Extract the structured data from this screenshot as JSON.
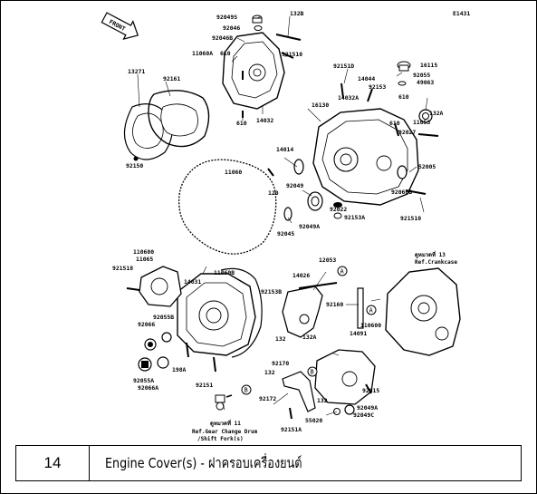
{
  "diagram_code": "E1431",
  "front_label": "FRONT",
  "part_numbers": {
    "p92049S": "92049S",
    "p132B": "132B",
    "p92046": "92046",
    "p92046B": "92046B",
    "p11060A": "11060A",
    "p610a": "610",
    "p921510a": "921510",
    "p92161": "92161",
    "p13271": "13271",
    "p92150": "92150",
    "p610b": "610",
    "p14032": "14032",
    "p921510b": "92151D",
    "p16115": "16115",
    "p92055": "92055",
    "p49063": "49063",
    "p14044": "14044",
    "p92153": "92153",
    "p14032A": "14032A",
    "p16130": "16130",
    "p610c": "610",
    "p610d": "610",
    "p132A": "132A",
    "p11053": "11053",
    "p92027": "92027",
    "p14014": "14014",
    "p11060": "11060",
    "p120": "120",
    "p52005": "52005",
    "p92049": "92049",
    "p92022": "92022",
    "p92066B": "92066B",
    "p92153A": "92153A",
    "p92049A": "92049A",
    "p921510c": "921510",
    "p92045": "92045",
    "p110600": "110600",
    "p11065": "11065",
    "p921518": "921518",
    "p14031": "14031",
    "p11060B": "11060B",
    "p12053": "12053",
    "p14026": "14026",
    "p92153B": "92153B",
    "p92160": "92160",
    "p132c": "132",
    "p92055B": "92055B",
    "p92066": "92066",
    "p110600b": "110600",
    "p14091": "14091",
    "p132A2": "132A",
    "p198A": "198A",
    "p92055A": "92055A",
    "p92066A": "92066A",
    "p92151": "92151",
    "p92170": "92170",
    "p132d": "132",
    "p92172": "92172",
    "p132e": "132",
    "p92015": "92015",
    "p92049A2": "92049A",
    "p92049C": "92049C",
    "p55020": "55020",
    "p92151A": "92151A"
  },
  "circle_labels": {
    "A": "A",
    "B": "B"
  },
  "references": {
    "crankcase_ref_th": "ดูหมวดที่ 13",
    "crankcase_ref": "Ref.Crankcase",
    "drum_ref_th": "ดูหมวดที่ 11",
    "drum_ref_line1": "Ref.Gear Change Drum",
    "drum_ref_line2": "/Shift Fork(s)"
  },
  "caption": {
    "number": "14",
    "title": "Engine Cover(s) - ฝาครอบเครื่องยนต์"
  }
}
